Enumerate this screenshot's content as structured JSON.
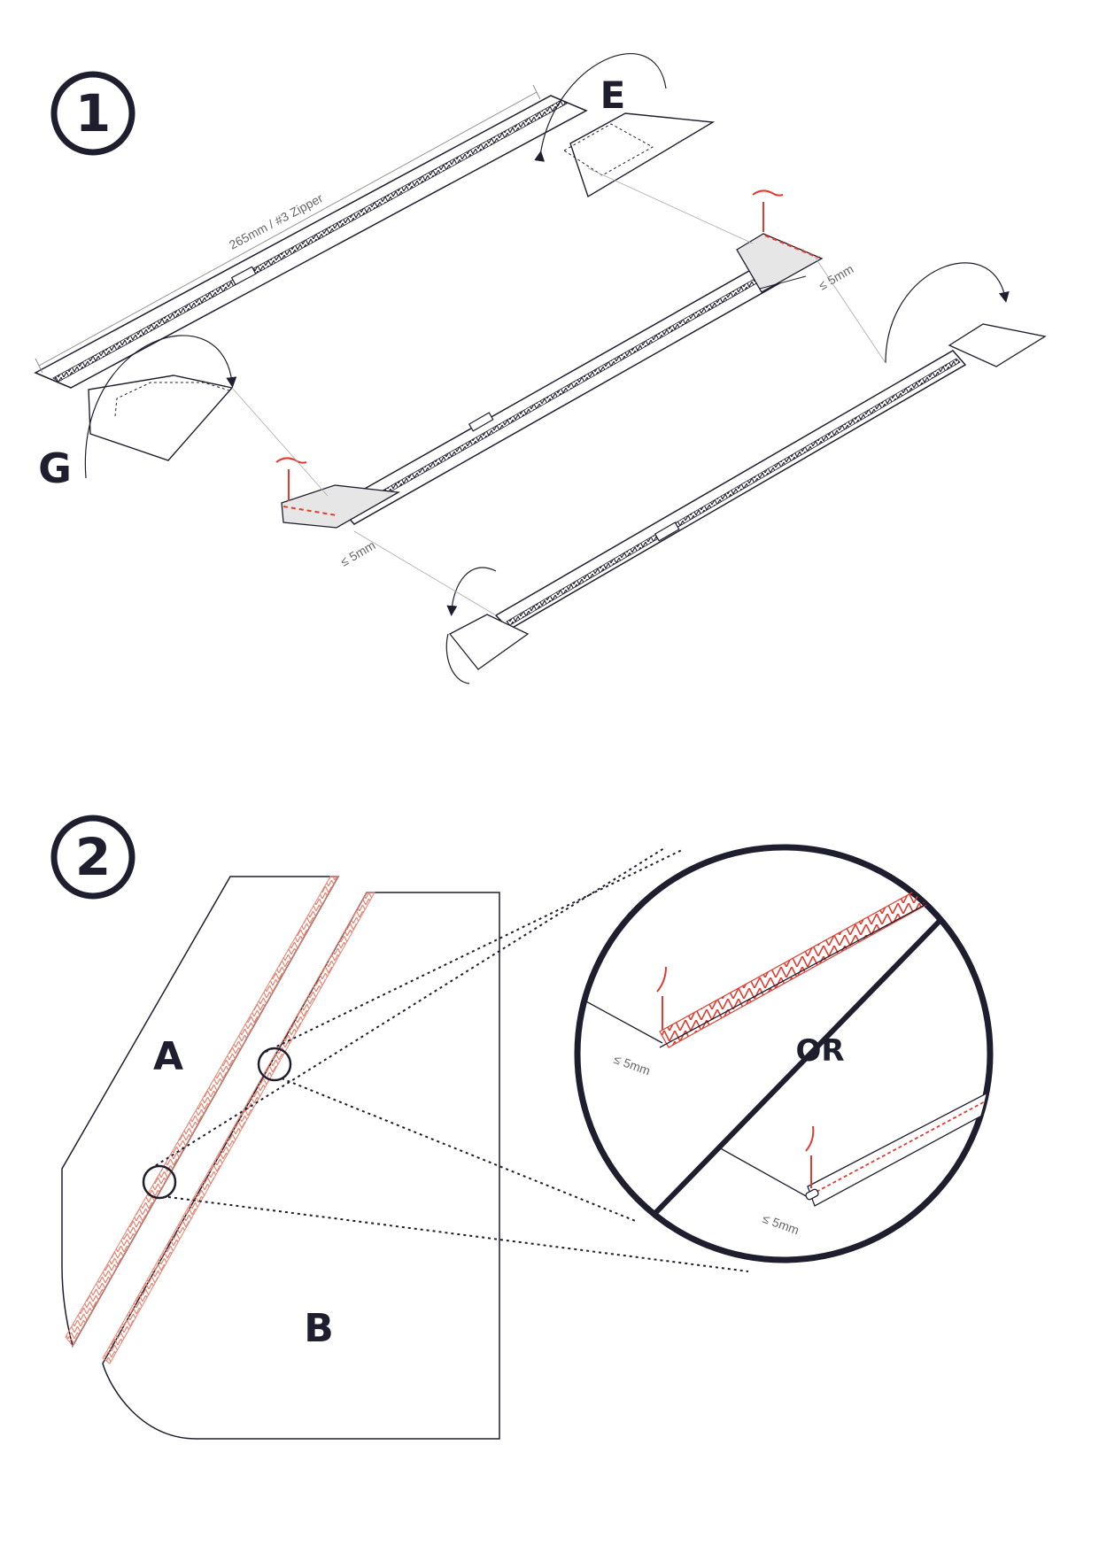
{
  "steps": [
    {
      "number": "1"
    },
    {
      "number": "2"
    }
  ],
  "step1": {
    "zipper_measure": "265mm / #3 Zipper",
    "label_e": "E",
    "label_g": "G",
    "seam_top": "≤ 5mm",
    "seam_bottom": "≤ 5mm"
  },
  "step2": {
    "label_a": "A",
    "label_b": "B",
    "or_label": "OR",
    "seam_top": "≤ 5mm",
    "seam_bottom": "≤ 5mm"
  },
  "colors": {
    "ink": "#1e1e2e",
    "stitch": "#e23b2e",
    "zigzag": "#e8826f",
    "fabric_grey": "#e6e6e6"
  }
}
